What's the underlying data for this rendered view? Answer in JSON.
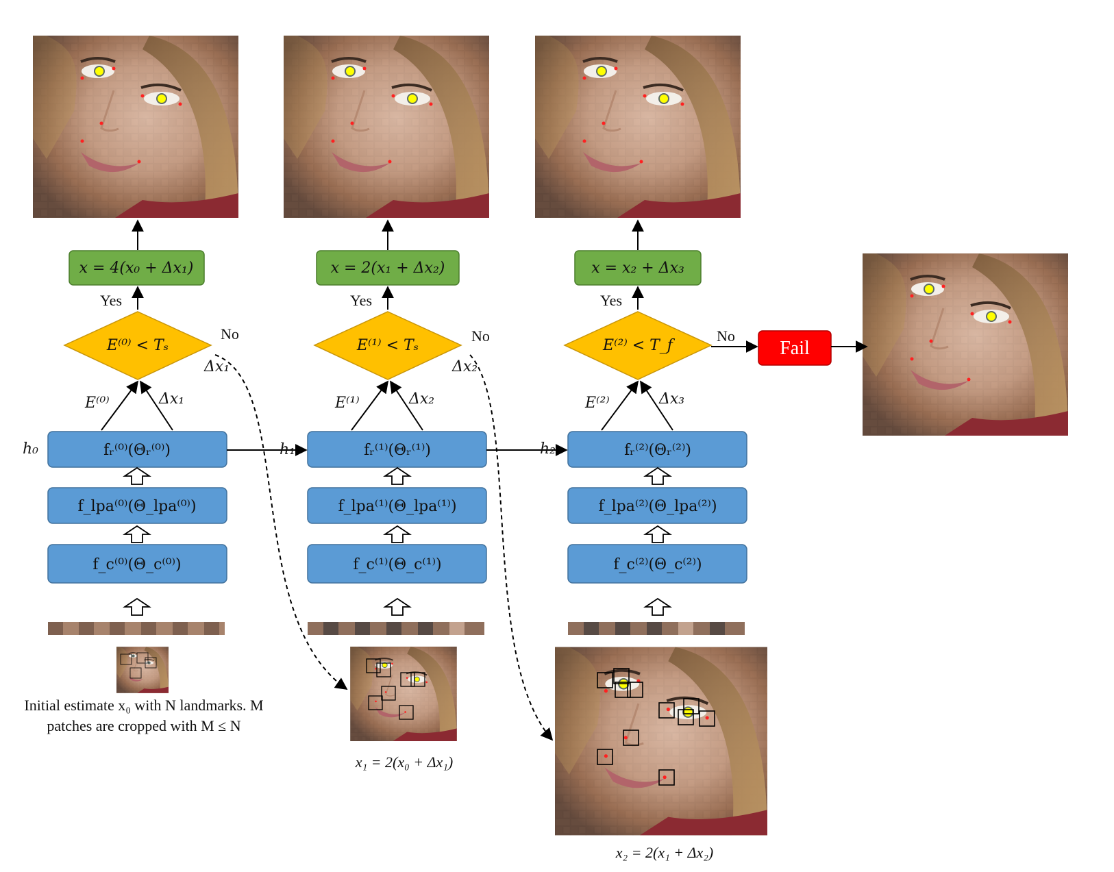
{
  "stages": [
    {
      "update_formula": "x = 4(x₀ + Δx₁)",
      "condition": "E⁽⁰⁾ < Tₛ",
      "yes_label": "Yes",
      "no_label": "No",
      "delta_no_label": "Δx₁",
      "error_label": "E⁽⁰⁾",
      "delta_label": "Δx₁",
      "hidden_label": "h₀",
      "f_r": "fᵣ⁽⁰⁾(Θᵣ⁽⁰⁾)",
      "f_lpa": "f_lpa⁽⁰⁾(Θ_lpa⁽⁰⁾)",
      "f_c": "f_c⁽⁰⁾(Θ_c⁽⁰⁾)"
    },
    {
      "update_formula": "x = 2(x₁ + Δx₂)",
      "condition": "E⁽¹⁾ < Tₛ",
      "yes_label": "Yes",
      "no_label": "No",
      "delta_no_label": "Δx₂",
      "error_label": "E⁽¹⁾",
      "delta_label": "Δx₂",
      "hidden_label": "h₁",
      "f_r": "fᵣ⁽¹⁾(Θᵣ⁽¹⁾)",
      "f_lpa": "f_lpa⁽¹⁾(Θ_lpa⁽¹⁾)",
      "f_c": "f_c⁽¹⁾(Θ_c⁽¹⁾)"
    },
    {
      "update_formula": "x = x₂ + Δx₃",
      "condition": "E⁽²⁾ < T_f",
      "yes_label": "Yes",
      "no_label": "No",
      "error_label": "E⁽²⁾",
      "delta_label": "Δx₃",
      "hidden_label": "h₂",
      "f_r": "fᵣ⁽²⁾(Θᵣ⁽²⁾)",
      "f_lpa": "f_lpa⁽²⁾(Θ_lpa⁽²⁾)",
      "f_c": "f_c⁽²⁾(Θ_c⁽²⁾)"
    }
  ],
  "fail_label": "Fail",
  "captions": {
    "initial": "Initial estimate x₀ with N landmarks. M patches are cropped with M ≤ N",
    "x1": "x₁ = 2(x₀ + Δx₁)",
    "x2": "x₂ = 2(x₁ + Δx₂)"
  },
  "colors": {
    "formula_box": "#70ad47",
    "decision": "#ffc000",
    "network_block": "#5b9bd5",
    "fail_box": "#ff0000",
    "landmark_red": "#ff2020",
    "landmark_yellow": "#ffff00"
  }
}
